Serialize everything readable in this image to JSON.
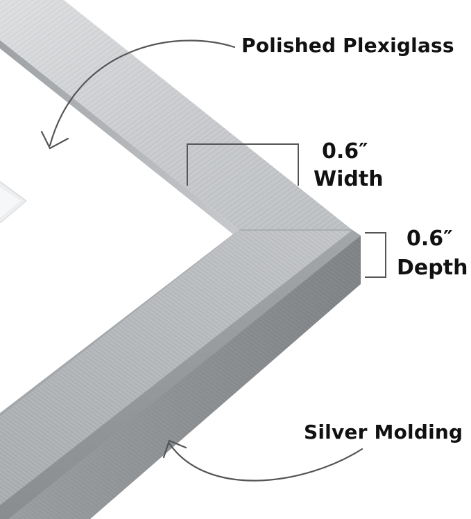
{
  "labels": {
    "plexiglass": "Polished Plexiglass",
    "width_value": "0.6″",
    "width_label": "Width",
    "depth_value": "0.6″",
    "depth_label": "Depth",
    "molding": "Silver Molding"
  },
  "colors": {
    "background": "#ffffff",
    "frame_light": "#d6d8da",
    "frame_mid": "#b9bcbf",
    "frame_dark": "#8e9194",
    "callout": "#555555",
    "text": "#111111"
  }
}
